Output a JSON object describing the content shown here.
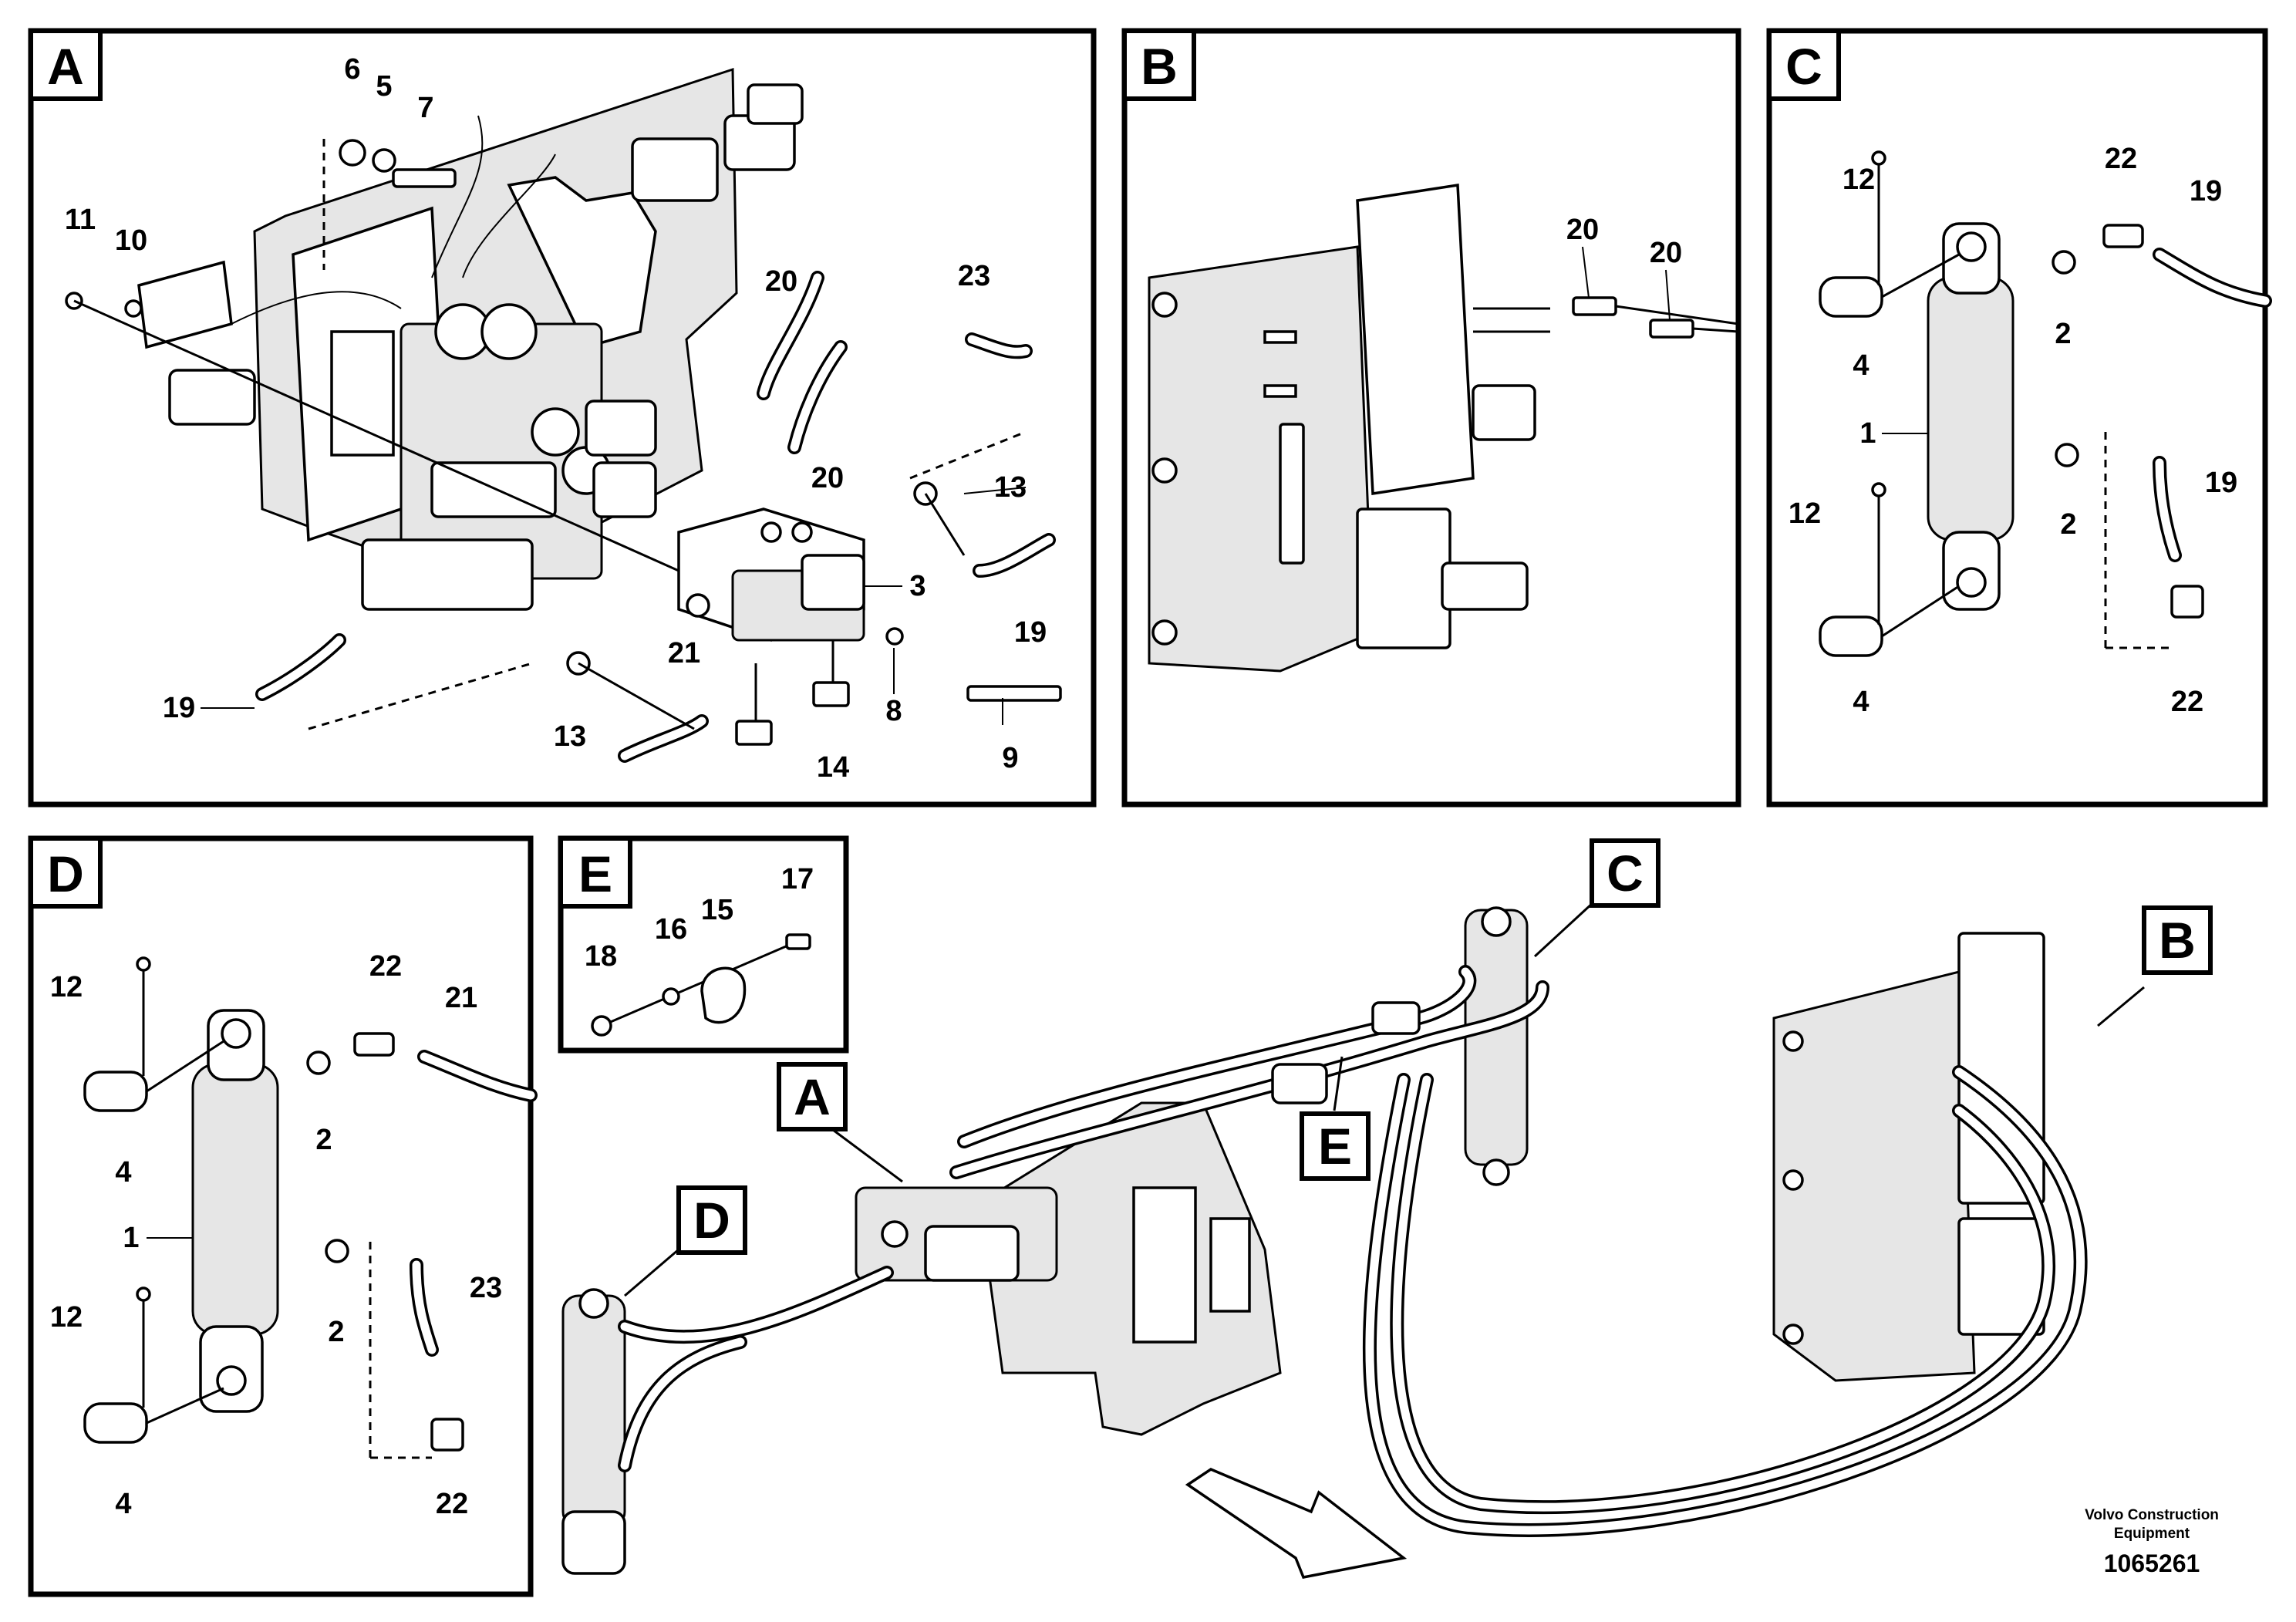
{
  "panels": {
    "A": {
      "tag": "A"
    },
    "B": {
      "tag": "B"
    },
    "C": {
      "tag": "C"
    },
    "D": {
      "tag": "D"
    },
    "E": {
      "tag": "E"
    }
  },
  "overview_tags": {
    "A": "A",
    "B": "B",
    "C": "C",
    "D": "D",
    "E": "E"
  },
  "callouts": {
    "A": [
      "6",
      "5",
      "7",
      "11",
      "10",
      "20",
      "23",
      "20",
      "13",
      "3",
      "19",
      "21",
      "19",
      "13",
      "8",
      "9",
      "14"
    ],
    "B": [
      "20",
      "20"
    ],
    "C": [
      "12",
      "22",
      "19",
      "4",
      "2",
      "1",
      "12",
      "19",
      "2",
      "4",
      "22"
    ],
    "D": [
      "12",
      "22",
      "21",
      "4",
      "2",
      "1",
      "12",
      "23",
      "2",
      "4",
      "22"
    ],
    "E": [
      "17",
      "18",
      "16",
      "15"
    ]
  },
  "footer": {
    "brand_line1": "Volvo Construction",
    "brand_line2": "Equipment",
    "drawing_number": "1065261"
  },
  "icons": {
    "direction": "forward-arrow-icon"
  }
}
